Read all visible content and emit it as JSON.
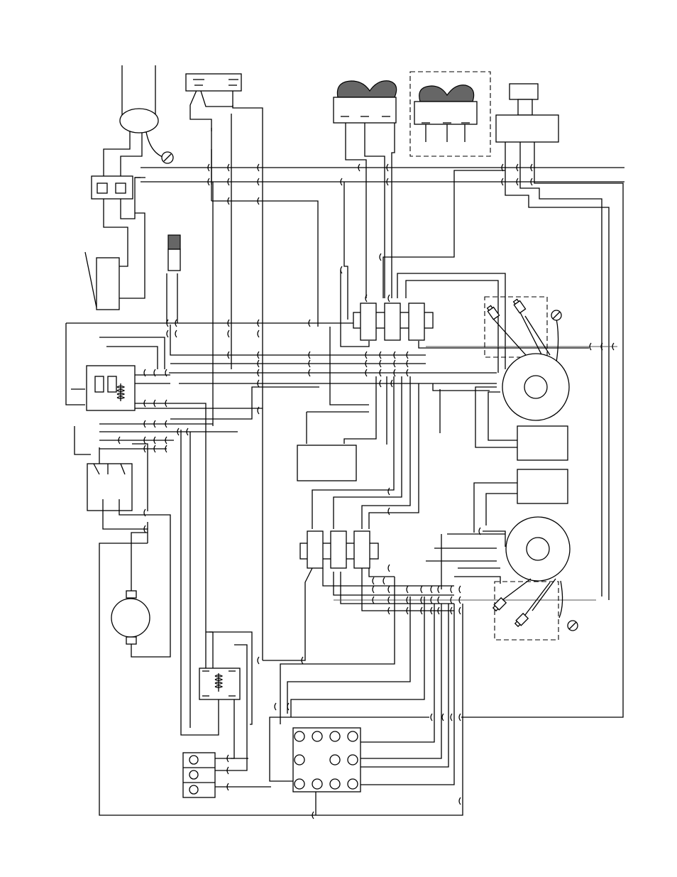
{
  "diagram": {
    "type": "wiring-schematic",
    "text_labels": [],
    "components": [
      {
        "id": "power-cord",
        "icon": "plug-icon"
      },
      {
        "id": "ground-screw-top",
        "icon": "ground-screw-icon"
      },
      {
        "id": "terminal-block-2",
        "icon": "terminal-block-icon"
      },
      {
        "id": "door-switch",
        "icon": "switch-icon"
      },
      {
        "id": "indicator-lamp",
        "icon": "lamp-icon"
      },
      {
        "id": "timer-switch",
        "icon": "switch-icon"
      },
      {
        "id": "heater-element-a",
        "icon": "heater-icon"
      },
      {
        "id": "heater-element-b-optional",
        "icon": "heater-icon"
      },
      {
        "id": "selector-switch",
        "icon": "rotary-switch-icon"
      },
      {
        "id": "relay-a",
        "icon": "relay-coil-icon"
      },
      {
        "id": "relay-b",
        "icon": "relay-coil-icon"
      },
      {
        "id": "thermostat-3pole",
        "icon": "switch-icon"
      },
      {
        "id": "fan-motor",
        "icon": "motor-icon"
      },
      {
        "id": "fuse-strip-upper",
        "icon": "fuse-icon"
      },
      {
        "id": "fuse-strip-lower",
        "icon": "fuse-icon"
      },
      {
        "id": "control-module",
        "icon": "module-icon"
      },
      {
        "id": "transformer-upper",
        "icon": "transformer-icon"
      },
      {
        "id": "transformer-lower",
        "icon": "transformer-icon"
      },
      {
        "id": "capacitor-upper",
        "icon": "capacitor-icon"
      },
      {
        "id": "capacitor-lower",
        "icon": "capacitor-icon"
      },
      {
        "id": "connector-9pin",
        "icon": "connector-icon"
      },
      {
        "id": "terminal-block-3",
        "icon": "terminal-block-icon"
      }
    ],
    "colors": {
      "line": "#000000",
      "secondary_line": "#555555",
      "fill_dark": "#666666",
      "background": "#ffffff"
    }
  }
}
